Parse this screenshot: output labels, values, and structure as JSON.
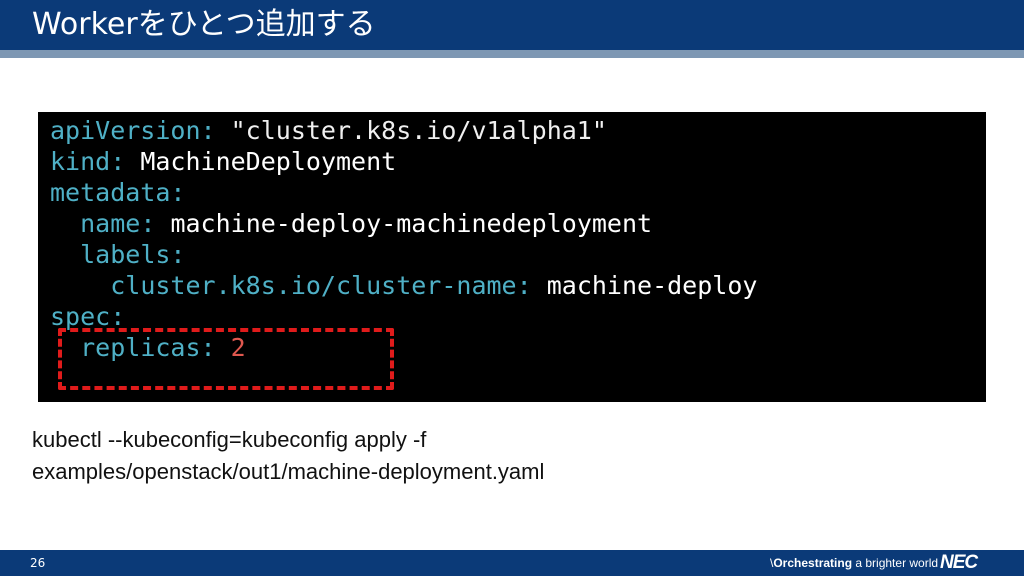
{
  "header": {
    "title": "Workerをひとつ追加する"
  },
  "code": {
    "lines": [
      {
        "indent": "",
        "key": "apiVersion",
        "sep": ": ",
        "value": "\"cluster.k8s.io/v1alpha1\""
      },
      {
        "indent": "",
        "key": "kind",
        "sep": ": ",
        "value": "MachineDeployment"
      },
      {
        "indent": "",
        "key": "metadata",
        "sep": ":",
        "value": ""
      },
      {
        "indent": "  ",
        "key": "name",
        "sep": ": ",
        "value": "machine-deploy-machinedeployment"
      },
      {
        "indent": "  ",
        "key": "labels",
        "sep": ":",
        "value": ""
      },
      {
        "indent": "    ",
        "key": "cluster.k8s.io/cluster-name",
        "sep": ": ",
        "value": "machine-deploy"
      },
      {
        "indent": "",
        "key": "spec",
        "sep": ":",
        "value": ""
      },
      {
        "indent": "  ",
        "key": "replicas",
        "sep": ": ",
        "value": "2"
      }
    ]
  },
  "command": {
    "line1": "kubectl --kubeconfig=kubeconfig apply -f",
    "line2": "examples/openstack/out1/machine-deployment.yaml"
  },
  "footer": {
    "page_number": "26",
    "slogan_prefix": "\\",
    "slogan_strong": "Orchestrating",
    "slogan_rest": " a brighter world",
    "logo": "NEC"
  },
  "colors": {
    "title_bar": "#0b3a78",
    "title_rule": "#7d97b3",
    "code_background": "#000000",
    "yaml_key": "#4fb0c6",
    "yaml_number": "#e0584f",
    "highlight_dashed": "#e01b1b"
  }
}
